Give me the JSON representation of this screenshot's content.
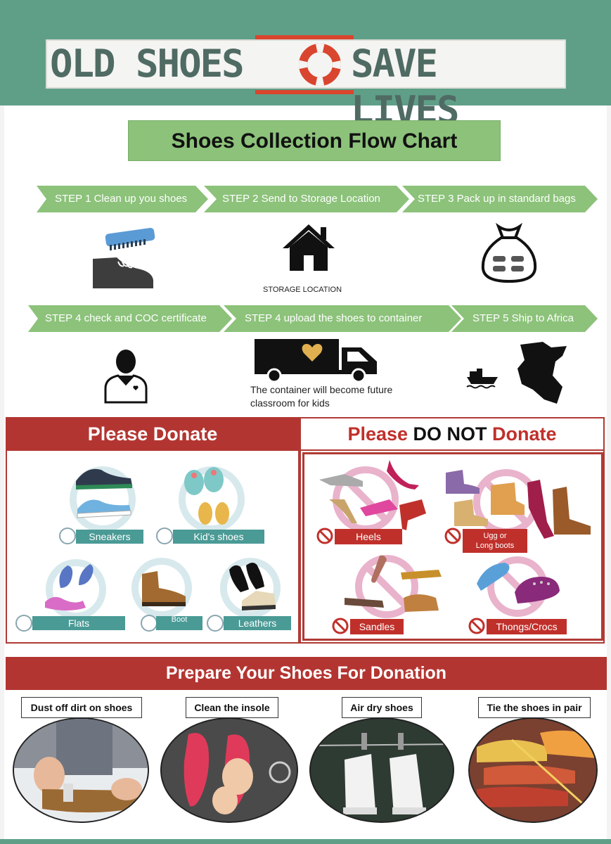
{
  "header": {
    "logo_left": "OLD SHOES",
    "logo_right": "SAVE LIVES",
    "brand_green": "#5f9f88",
    "brand_red": "#d9452e"
  },
  "flow": {
    "title": "Shoes Collection Flow Chart",
    "steps_row1": [
      {
        "label": "STEP 1 Clean up you shoes",
        "icon": "shoe-brush-icon"
      },
      {
        "label": "STEP 2 Send to Storage Location",
        "icon": "house-icon"
      },
      {
        "label": "STEP 3 Pack up in standard bags",
        "icon": "bag-icon"
      }
    ],
    "storage_caption": "STORAGE LOCATION",
    "steps_row2": [
      {
        "label": "STEP 4 check and COC certificate",
        "icon": "inspector-icon"
      },
      {
        "label": "STEP  4 upload the shoes to container",
        "icon": "truck-icon"
      },
      {
        "label": "STEP 5 Ship to Africa",
        "icon": "ship-map-icon"
      }
    ],
    "container_caption_line1": "The container will become future",
    "container_caption_line2": "classroom for kids"
  },
  "donate": {
    "title": "Please Donate",
    "items": [
      "Sneakers",
      "Kid's shoes",
      "Flats",
      "Boot",
      "Leathers"
    ]
  },
  "not_donate": {
    "title_part1": "Please ",
    "title_part2": "DO NOT",
    "title_part3": " Donate",
    "items": [
      "Heels",
      "Ugg or",
      "Long boots",
      "Sandles",
      "Thongs/Crocs"
    ]
  },
  "prepare": {
    "title": "Prepare Your Shoes For Donation",
    "steps": [
      "Dust off dirt on shoes",
      "Clean the insole",
      "Air dry shoes",
      "Tie the shoes in pair"
    ]
  }
}
